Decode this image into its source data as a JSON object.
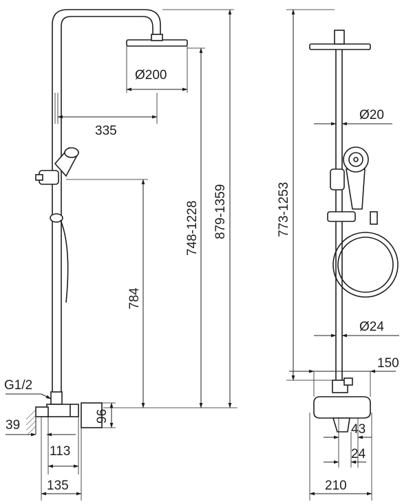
{
  "side_view": {
    "head_diameter": "Ø200",
    "arm_length": "335",
    "connection_thread": "G1/2",
    "wall_offset": "39",
    "outlet_height": "96",
    "mixer_width": "113",
    "mixer_depth": "135",
    "holder_height": "784",
    "total_height_range": "748-1228",
    "column_height_range": "879-1359"
  },
  "front_view": {
    "pipe_diameter_top": "Ø20",
    "pipe_diameter_bottom": "Ø24",
    "column_height_range": "773-1253",
    "centre_distance": "150",
    "distance_43": "43",
    "distance_24": "24",
    "mixer_width": "210"
  },
  "colors": {
    "line": "#1d1d1b",
    "background": "#ffffff"
  }
}
